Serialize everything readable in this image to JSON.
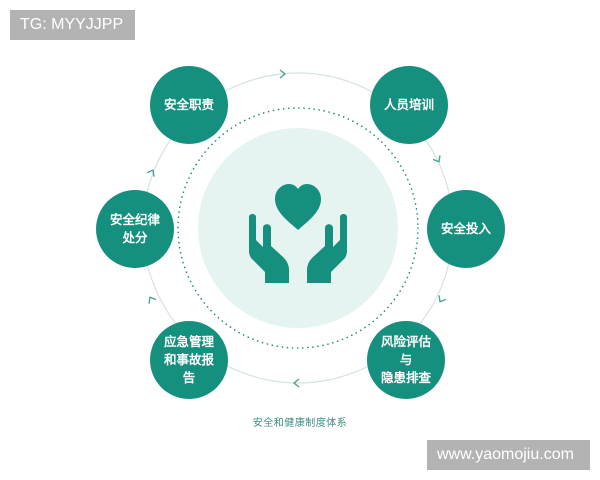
{
  "watermarks": {
    "top": "TG: MYYJJPP",
    "bottom": "www.yaomojiu.com"
  },
  "diagram": {
    "center_icon": "hands-holding-heart-icon",
    "nodes": [
      {
        "label_line1": "安全职责",
        "label_line2": ""
      },
      {
        "label_line1": "人员培训",
        "label_line2": ""
      },
      {
        "label_line1": "安全投入",
        "label_line2": ""
      },
      {
        "label_line1": "风险评估与",
        "label_line2": "隐患排查"
      },
      {
        "label_line1": "应急管理",
        "label_line2": "和事故报告"
      },
      {
        "label_line1": "安全纪律",
        "label_line2": "处分"
      }
    ],
    "caption": "安全和健康制度体系"
  },
  "colors": {
    "node": "#16907e",
    "ring": "#d5e3df",
    "center_fill": "#e6f4f1",
    "dots": "#2a8a79",
    "icon": "#16907e"
  }
}
